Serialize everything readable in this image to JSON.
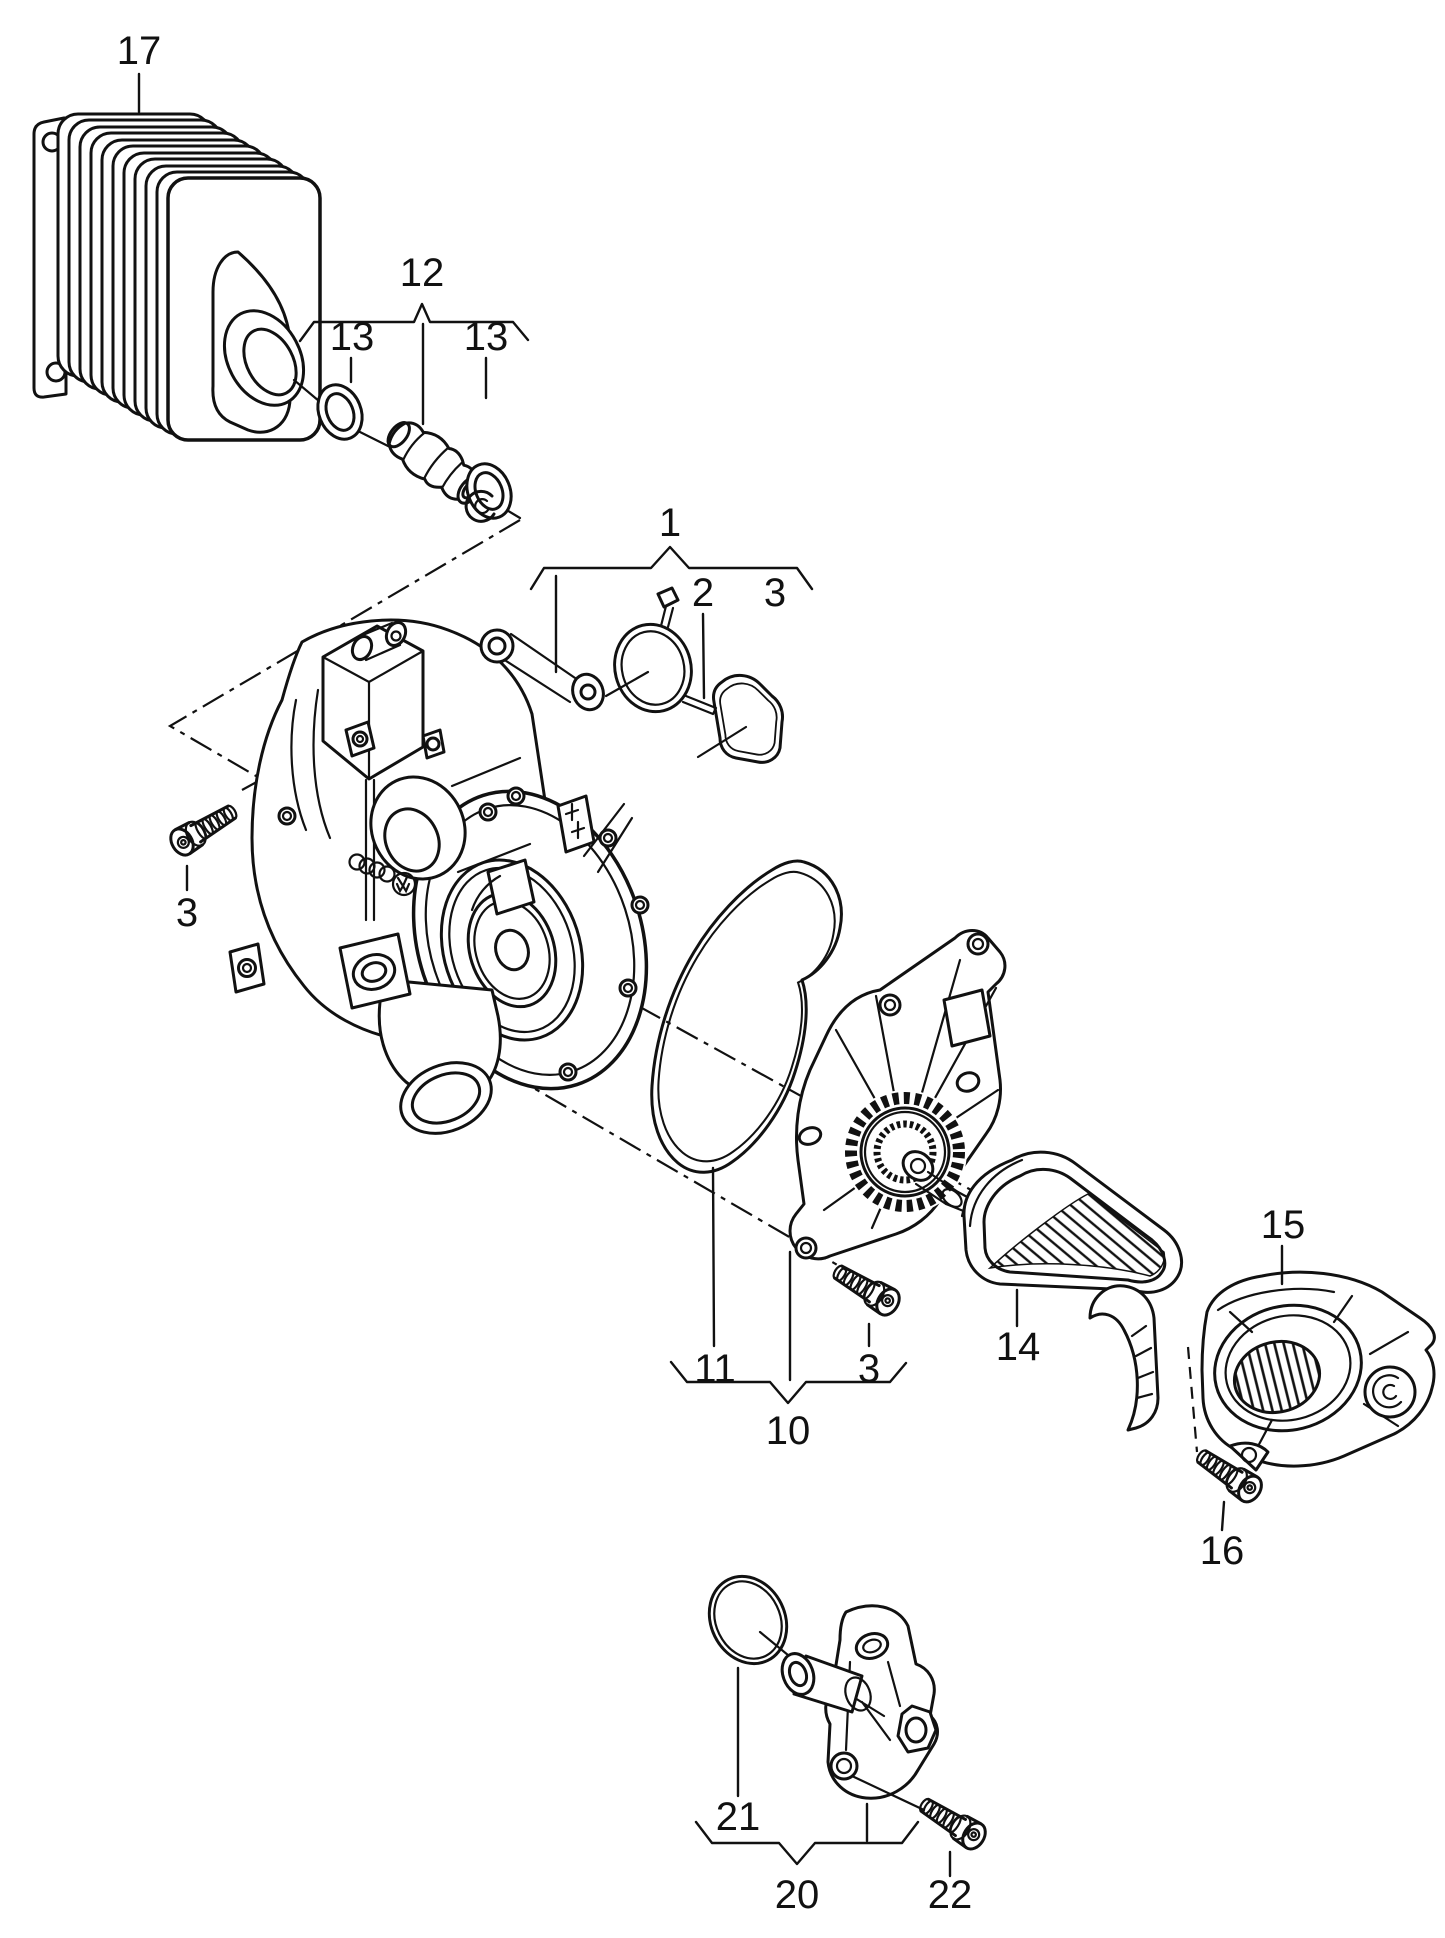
{
  "colors": {
    "line": "#111111",
    "background": "#ffffff"
  },
  "parts_diagram": {
    "callouts": {
      "c17": "17",
      "c12": "12",
      "c13a": "13",
      "c13b": "13",
      "c1": "1",
      "c2": "2",
      "c3a": "3",
      "c3b": "3",
      "c3c": "3",
      "c11": "11",
      "c10": "10",
      "c14": "14",
      "c15": "15",
      "c16": "16",
      "c21": "21",
      "c20": "20",
      "c22": "22"
    }
  }
}
